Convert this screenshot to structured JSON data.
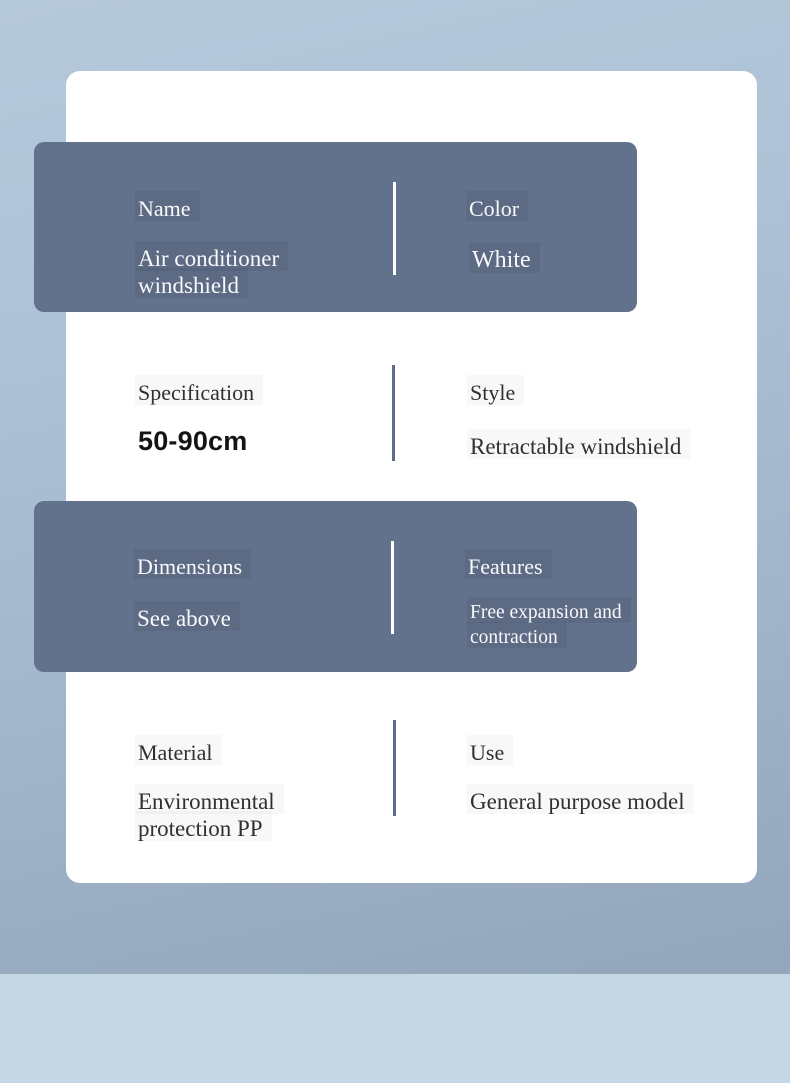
{
  "theme": {
    "background_top": "#b6c9db",
    "background_bottom": "#93a6bc",
    "bottom_band_color": "#c6d7e3",
    "card_color": "#ffffff",
    "band_row_color": "#62718c",
    "divider_on_band": "#ffffff",
    "divider_on_card": "#5d6f88",
    "text_on_band": "#f8f9fb",
    "text_on_card": "#303030"
  },
  "rows": [
    {
      "variant": "band",
      "left": {
        "label": "Name",
        "value": "Air conditioner windshield"
      },
      "right": {
        "label": "Color",
        "value": "White"
      }
    },
    {
      "variant": "card",
      "left": {
        "label": "Specification",
        "value": "50-90cm"
      },
      "right": {
        "label": "Style",
        "value": "Retractable windshield"
      }
    },
    {
      "variant": "band",
      "left": {
        "label": "Dimensions",
        "value": "See above"
      },
      "right": {
        "label": "Features",
        "value": "Free expansion and contraction"
      }
    },
    {
      "variant": "card",
      "left": {
        "label": "Material",
        "value": "Environmental protection PP"
      },
      "right": {
        "label": "Use",
        "value": "General purpose model"
      }
    }
  ]
}
